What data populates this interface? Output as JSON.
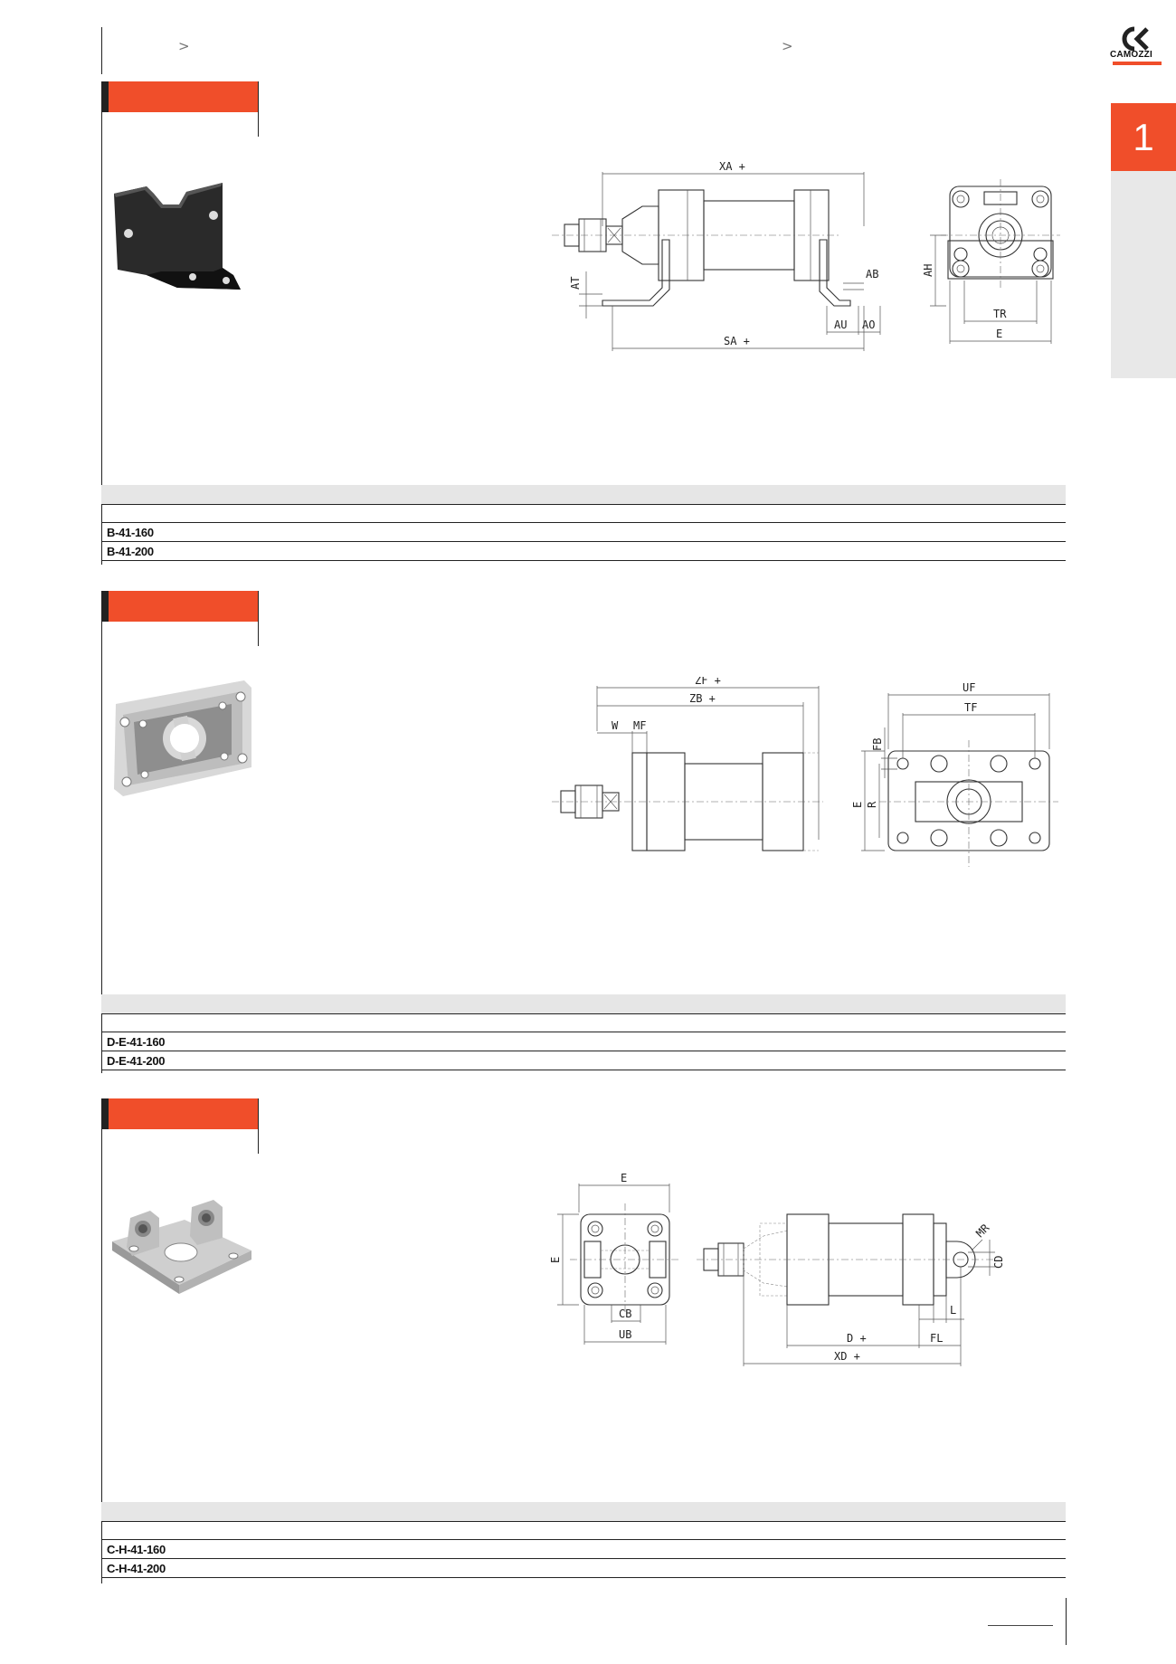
{
  "header": {
    "breadcrumb_left": ">",
    "breadcrumb_right": ">",
    "logo_text": "CAMOZZI"
  },
  "sidebar": {
    "chapter_number": "1"
  },
  "colors": {
    "accent": "#f04e2a",
    "rule": "#222222",
    "table_header": "#e6e6e6"
  },
  "sections": [
    {
      "dimension_labels": [
        "XA +",
        "AT",
        "AB",
        "AU",
        "AO",
        "SA +",
        "AH",
        "TR",
        "E"
      ],
      "rows": [
        "B-41-160",
        "B-41-200"
      ]
    },
    {
      "dimension_labels": [
        "ZF +",
        "ZB +",
        "W",
        "MF",
        "UF",
        "TF",
        "FB",
        "E",
        "R"
      ],
      "rows": [
        "D-E-41-160",
        "D-E-41-200"
      ]
    },
    {
      "dimension_labels": [
        "E",
        "E",
        "CB",
        "UB",
        "MR",
        "CD",
        "L",
        "D +",
        "FL",
        "XD +"
      ],
      "rows": [
        "C-H-41-160",
        "C-H-41-200"
      ]
    }
  ]
}
